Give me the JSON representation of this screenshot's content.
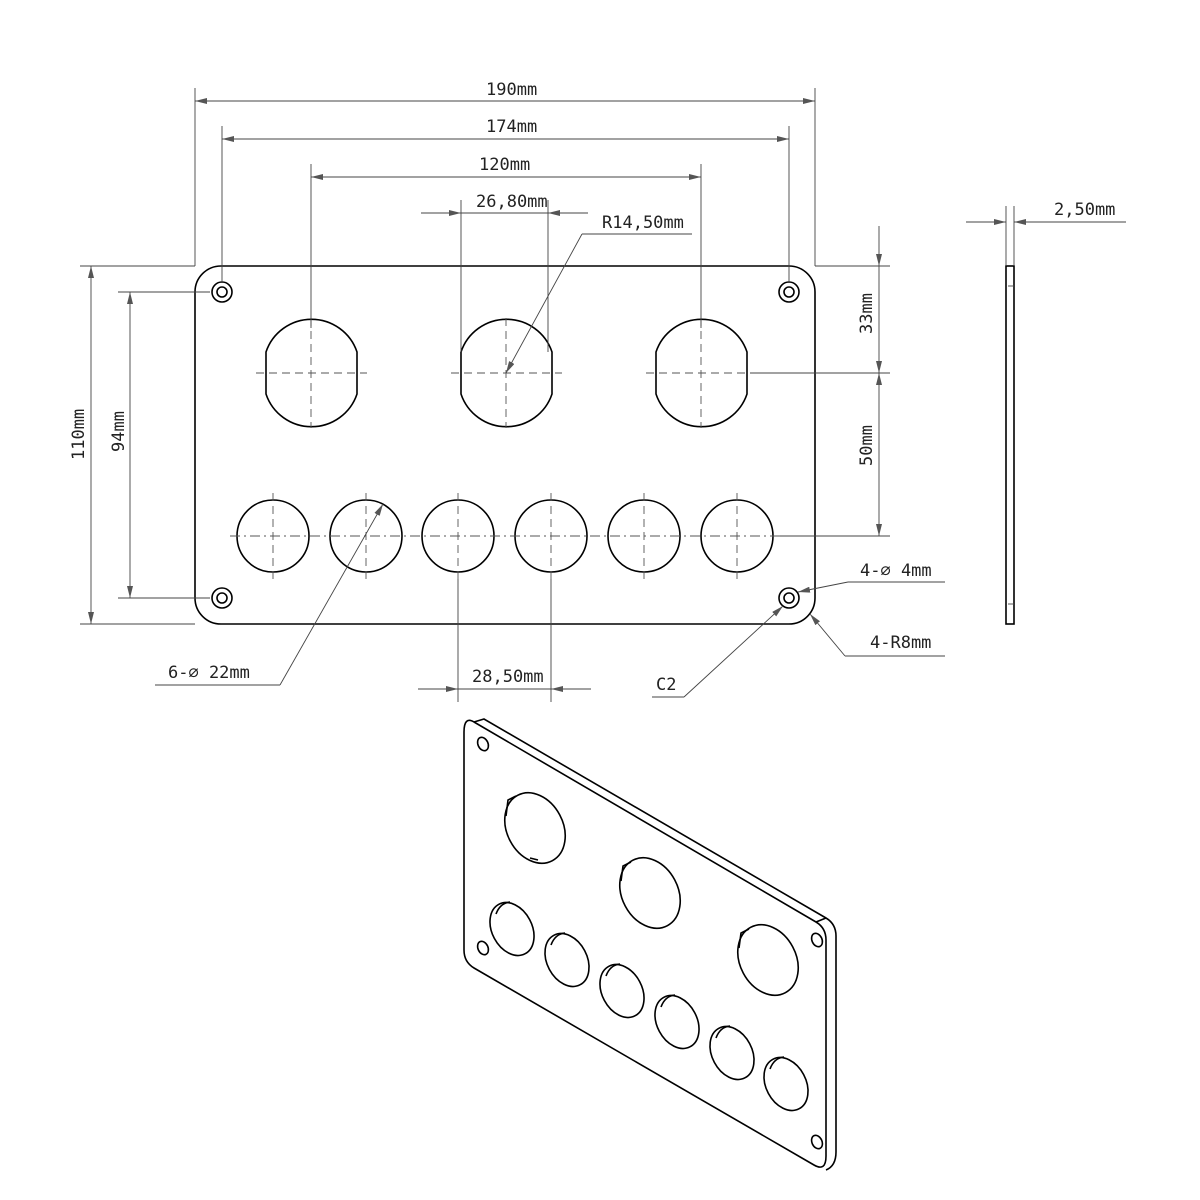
{
  "drawing": {
    "dimensions": {
      "overall_width": "190mm",
      "hole_span_width": "174mm",
      "large_hole_pitch": "120mm",
      "flat_width": "26,80mm",
      "large_radius": "R14,50mm",
      "thickness": "2,50mm",
      "top_offset": "33mm",
      "row_gap": "50mm",
      "overall_height": "110mm",
      "hole_span_height": "94mm",
      "small_holes": "6-∅ 22mm",
      "small_pitch": "28,50mm",
      "mount_holes": "4-∅ 4mm",
      "corner_radius": "4-R8mm",
      "chamfer": "C2"
    }
  }
}
